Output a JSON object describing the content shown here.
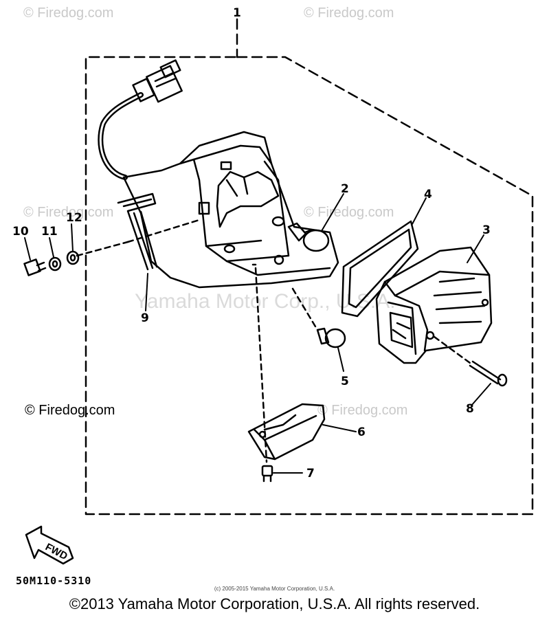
{
  "watermarks": {
    "text": "© Firedog.com",
    "corporate": "Yamaha Motor Corp., U.S.A."
  },
  "inline_watermark": "© Firedog.com",
  "callouts": [
    "1",
    "2",
    "3",
    "4",
    "5",
    "6",
    "7",
    "8",
    "9",
    "10",
    "11",
    "12"
  ],
  "fwd_label": "FWD",
  "part_code": "50M110-5310",
  "small_copyright": "(c) 2005-2015 Yamaha Motor Corporation, U.S.A.",
  "copyright": "©2013 Yamaha Motor Corporation, U.S.A. All rights reserved.",
  "colors": {
    "line": "#000000",
    "watermark": "#c9c9c9"
  }
}
